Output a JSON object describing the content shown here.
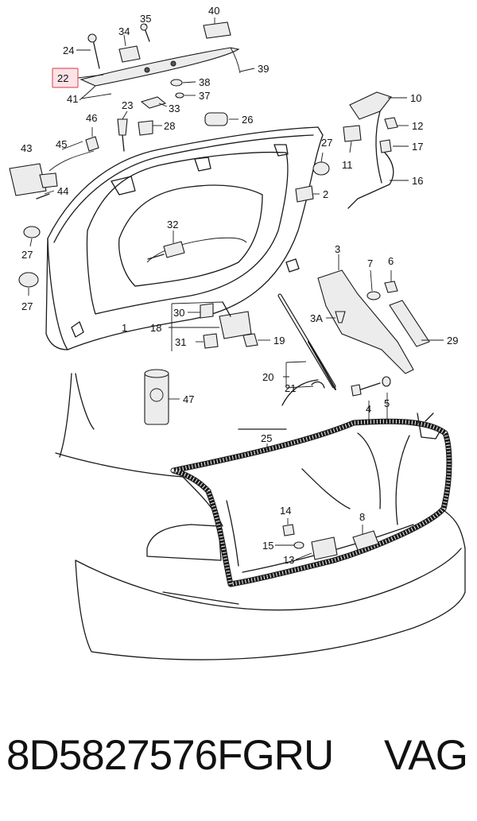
{
  "highlight": {
    "label": "22",
    "color": "#e05a6a",
    "fill": "#fbe3e6"
  },
  "callouts": {
    "c1": "1",
    "c2": "2",
    "c3": "3",
    "c3a": "3A",
    "c4": "4",
    "c5": "5",
    "c6": "6",
    "c7": "7",
    "c8": "8",
    "c10": "10",
    "c11": "11",
    "c12": "12",
    "c13": "13",
    "c14": "14",
    "c15": "15",
    "c16": "16",
    "c17": "17",
    "c18": "18",
    "c19": "19",
    "c20": "20",
    "c21": "21",
    "c23": "23",
    "c24": "24",
    "c25": "25",
    "c26": "26",
    "c27a": "27",
    "c27b": "27",
    "c27c": "27",
    "c28": "28",
    "c29": "29",
    "c30": "30",
    "c31": "31",
    "c32": "32",
    "c33": "33",
    "c34": "34",
    "c35": "35",
    "c37": "37",
    "c38": "38",
    "c39": "39",
    "c40": "40",
    "c41": "41",
    "c43": "43",
    "c44": "44",
    "c45": "45",
    "c46": "46",
    "c47": "47"
  },
  "footer": {
    "part_number": "8D5827576FGRU",
    "brand": "VAG"
  }
}
